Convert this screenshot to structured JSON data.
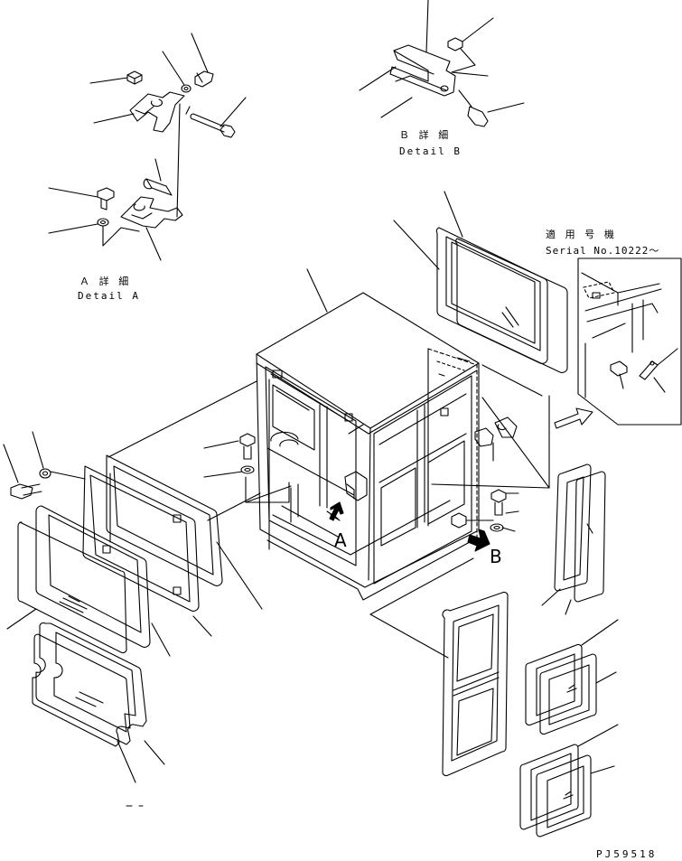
{
  "labels": {
    "detail_a_jp": "Ａ 詳 細",
    "detail_a_en": "Detail A",
    "detail_b_jp": "Ｂ 詳 細",
    "detail_b_en": "Detail B",
    "serial_jp": "適 用 号 機",
    "serial_en": "Serial No.10222～",
    "view_a": "A",
    "view_b": "B",
    "part_code": "PJ59518"
  },
  "colors": {
    "line": "#000000",
    "background": "#ffffff"
  }
}
